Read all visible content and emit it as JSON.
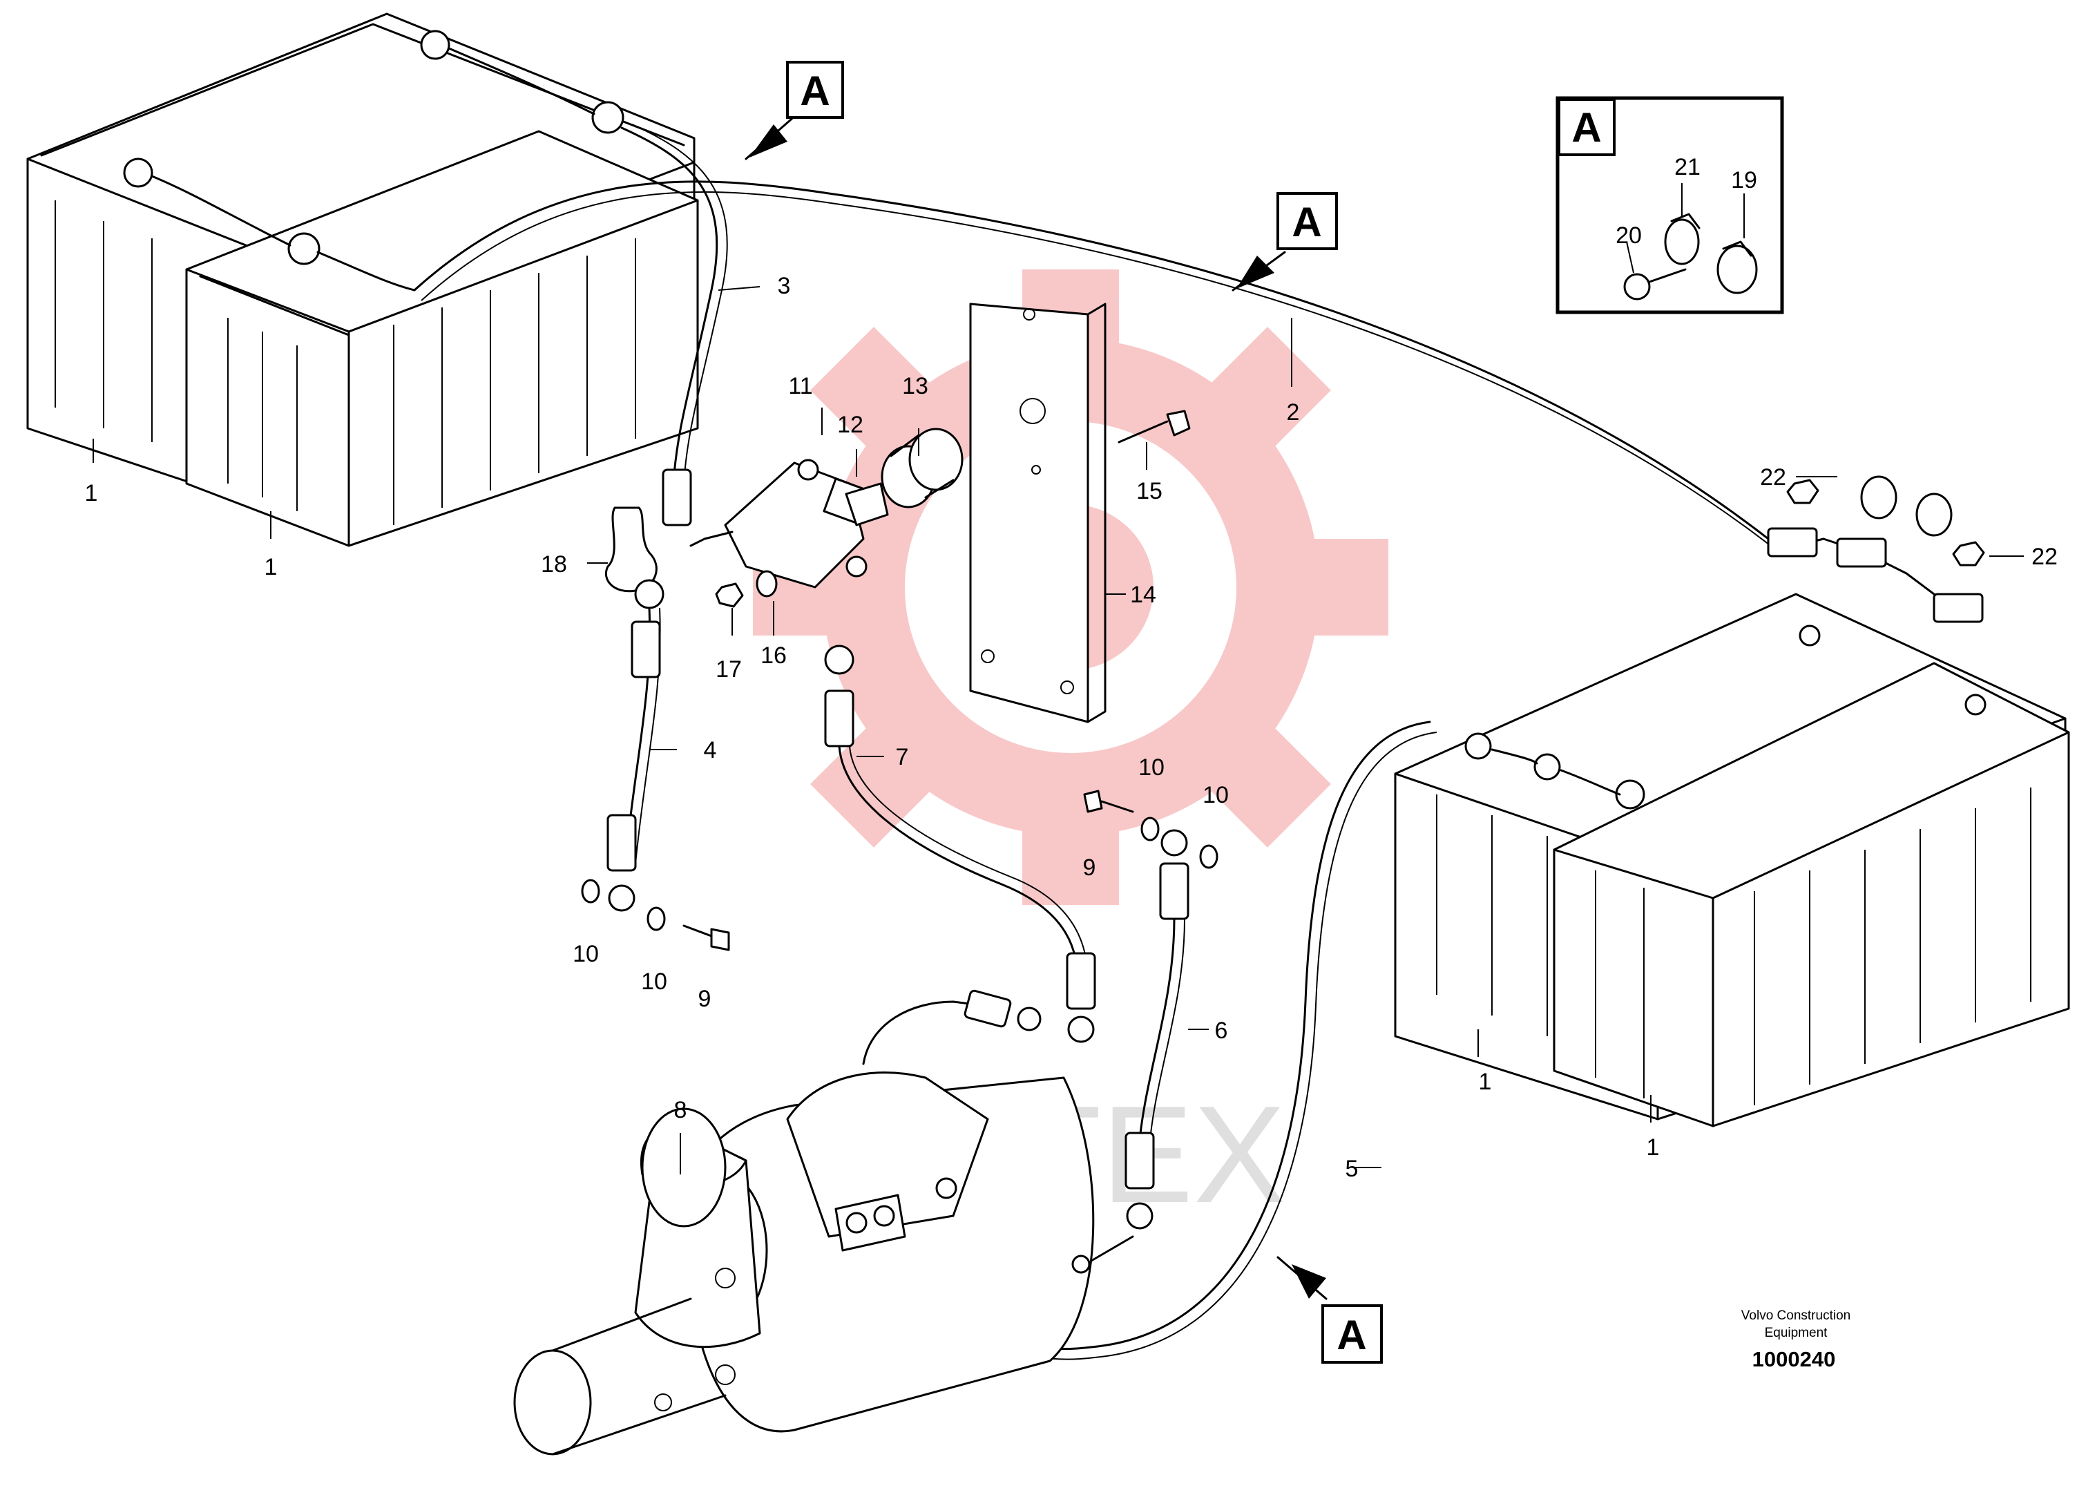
{
  "callout_letter": "A",
  "part_numbers": {
    "p1": "1",
    "p2": "2",
    "p3": "3",
    "p4": "4",
    "p5": "5",
    "p6": "6",
    "p7": "7",
    "p8": "8",
    "p9": "9",
    "p10": "10",
    "p11": "11",
    "p12": "12",
    "p13": "13",
    "p14": "14",
    "p15": "15",
    "p16": "16",
    "p17": "17",
    "p18": "18",
    "p19": "19",
    "p20": "20",
    "p21": "21",
    "p22": "22"
  },
  "credit": {
    "line1": "Volvo Construction",
    "line2": "Equipment",
    "doc_number": "1000240"
  },
  "watermark": {
    "text": "VIHTEX",
    "gear_color": "#f6b6b6",
    "text_color": "#d8d8d8"
  }
}
